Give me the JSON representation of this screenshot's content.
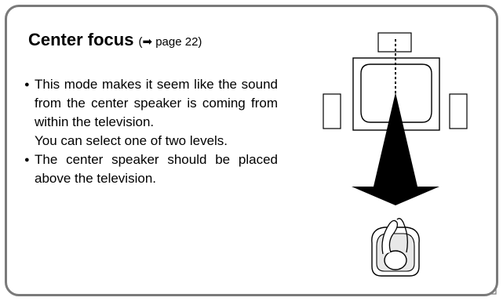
{
  "section": {
    "title": "Center focus",
    "page_ref": "(➡ page 22)"
  },
  "bullets": [
    "This mode makes it seem like the sound from the center speaker is coming from within the television.",
    "You can select one of two levels.",
    "The center speaker should be placed above the television."
  ],
  "colors": {
    "border": "#7a7a7a",
    "text": "#000000"
  }
}
